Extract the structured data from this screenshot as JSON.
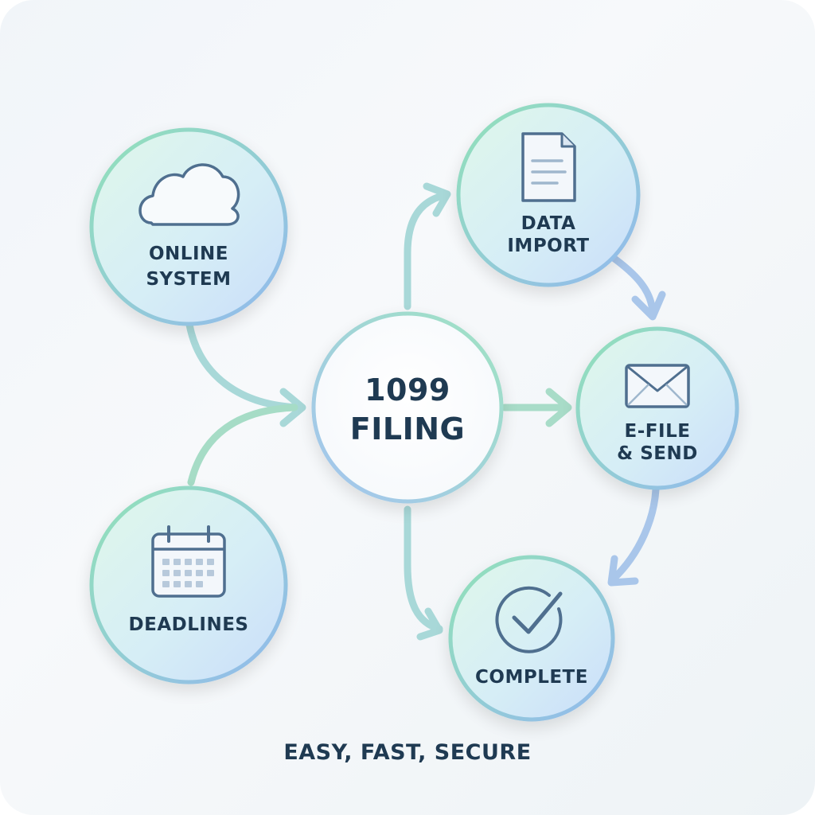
{
  "center": {
    "line1": "1099",
    "line2": "FILING"
  },
  "nodes": {
    "online_system": {
      "line1": "ONLINE",
      "line2": "SYSTEM",
      "icon": "cloud-icon"
    },
    "deadlines": {
      "line1": "DEADLINES",
      "icon": "calendar-icon"
    },
    "data_import": {
      "line1": "DATA",
      "line2": "IMPORT",
      "icon": "document-icon"
    },
    "efile_send": {
      "line1": "E-FILE",
      "line2": "& SEND",
      "icon": "envelope-icon"
    },
    "complete": {
      "line1": "COMPLETE",
      "icon": "checkmark-icon"
    }
  },
  "tagline": "EASY, FAST, SECURE",
  "colors": {
    "text": "#1f3a52",
    "icon_stroke": "#4f6f8f",
    "green": "#8ee0b4",
    "blue": "#9cc3ee",
    "node_fill_light": "#e6f8ef",
    "node_fill_blue": "#cfe3fb"
  }
}
